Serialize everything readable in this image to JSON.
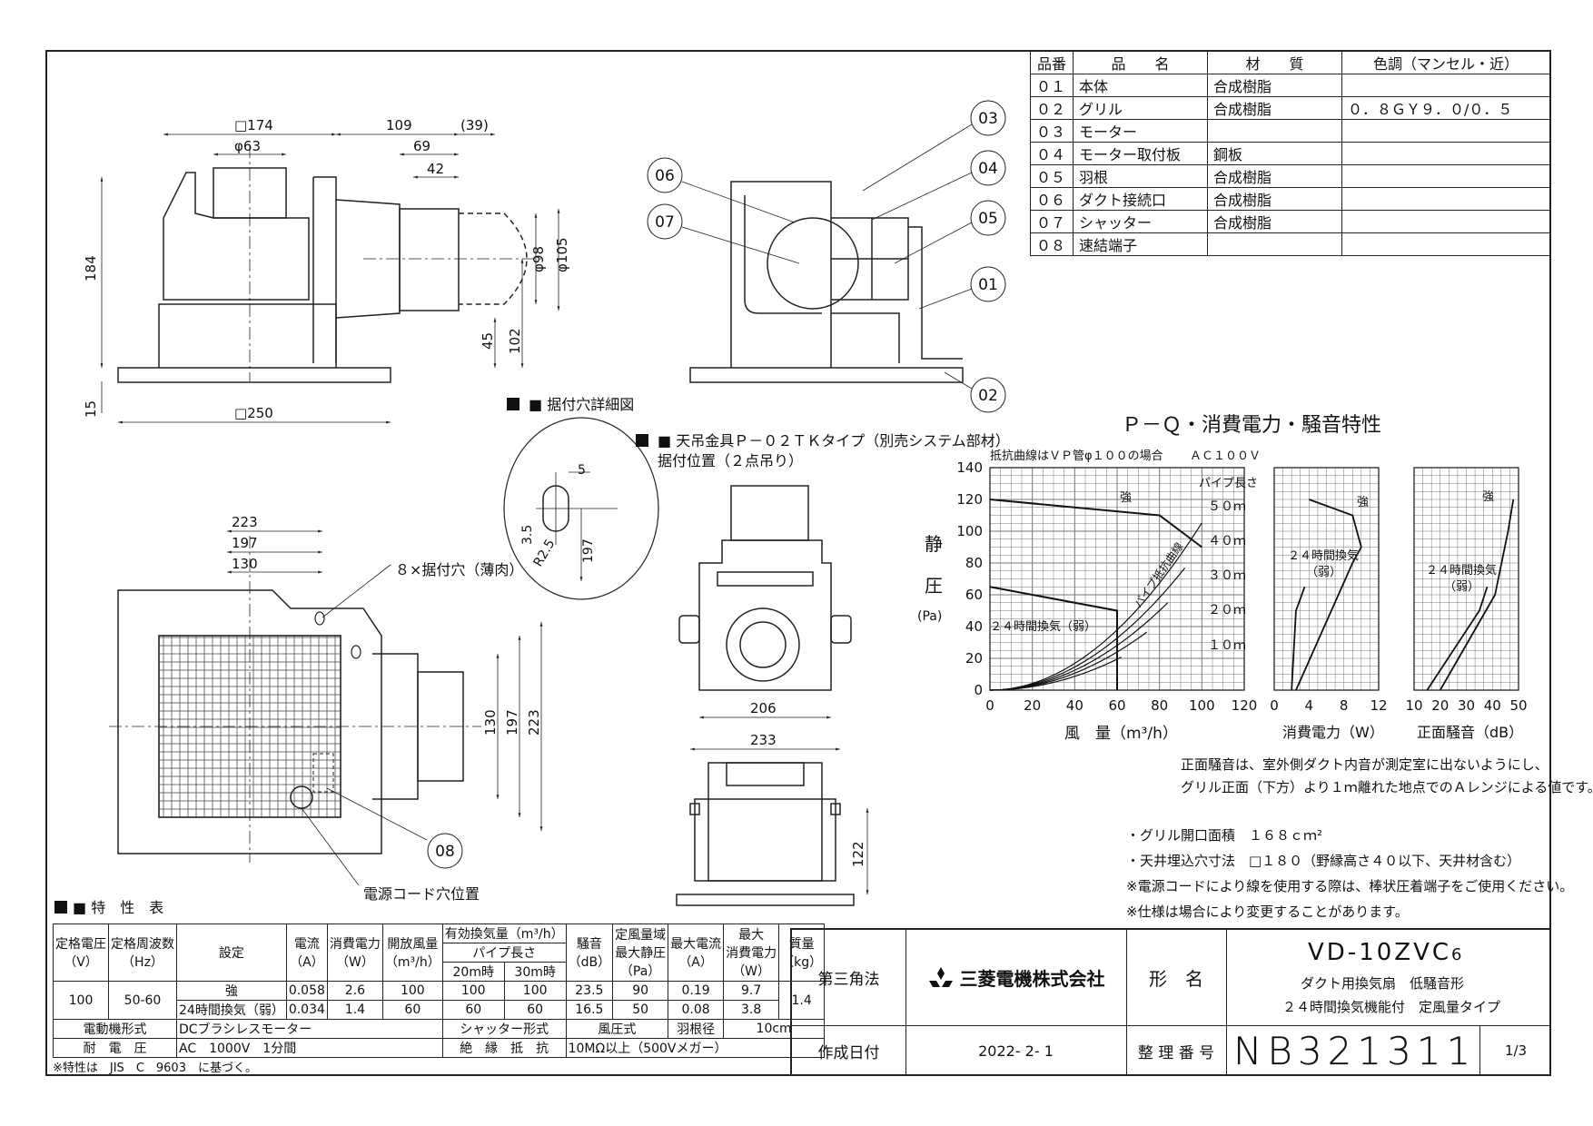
{
  "parts_table": {
    "headers": [
      "品番",
      "品　　名",
      "材　　質",
      "色調（マンセル・近）"
    ],
    "rows": [
      [
        "０１",
        "本体",
        "合成樹脂",
        ""
      ],
      [
        "０２",
        "グリル",
        "合成樹脂",
        "０．８ＧＹ９．０/０．５"
      ],
      [
        "０３",
        "モーター",
        "",
        ""
      ],
      [
        "０４",
        "モーター取付板",
        "鋼板",
        ""
      ],
      [
        "０５",
        "羽根",
        "合成樹脂",
        ""
      ],
      [
        "０６",
        "ダクト接続口",
        "合成樹脂",
        ""
      ],
      [
        "０７",
        "シャッター",
        "合成樹脂",
        ""
      ],
      [
        "０８",
        "速結端子",
        "",
        ""
      ]
    ]
  },
  "front_view": {
    "dims": [
      "□174",
      "109",
      "(39)",
      "φ63",
      "69",
      "42",
      "φ98",
      "φ105",
      "184",
      "45",
      "102",
      "15",
      "□250"
    ]
  },
  "section_view": {
    "callouts": [
      "03",
      "04",
      "05",
      "01",
      "02",
      "06",
      "07"
    ]
  },
  "mount_detail": {
    "title": "■ 据付穴詳細図",
    "dims": [
      "5",
      "3.5",
      "R2.5",
      "197"
    ]
  },
  "hanger": {
    "title": "■ 天吊金具Ｐ－０２ＴＫタイプ（別売システム部材）",
    "subtitle": "据付位置（２点吊り）",
    "dims": [
      "206",
      "233",
      "122"
    ]
  },
  "bottom_view": {
    "dims": [
      "223",
      "197",
      "130",
      "130",
      "197",
      "223"
    ],
    "labels": {
      "holes": "８×据付穴（薄肉）",
      "callout": "08",
      "cord": "電源コード穴位置"
    }
  },
  "pq": {
    "title": "Ｐ－Ｑ・消費電力・騒音特性",
    "note_left": "抵抗曲線はＶＰ管φ１００の場合",
    "note_right": "ＡＣ１００Ｖ",
    "ylabel_chars": [
      "静",
      "圧"
    ],
    "yunit": "(Pa)",
    "xlabel": "風　量（m³/h）",
    "yticks": [
      "140",
      "120",
      "100",
      "80",
      "60",
      "40",
      "20",
      "0"
    ],
    "xticks": [
      "0",
      "20",
      "40",
      "60",
      "80",
      "100",
      "120"
    ],
    "pipe_title": "パイプ長さ",
    "pipe_labels": [
      "５０ｍ",
      "４０ｍ",
      "３０ｍ",
      "２０ｍ",
      "１０ｍ"
    ],
    "curve_labels": {
      "strong": "強",
      "weak": "２４時間換気（弱）",
      "resist": "パイプ抵抗曲線"
    },
    "power": {
      "xlabel": "消費電力（W）",
      "xticks": [
        "0",
        "4",
        "8",
        "12"
      ],
      "strong": "強",
      "weak_1": "２４時間換気",
      "weak_2": "（弱）"
    },
    "noise": {
      "xlabel": "正面騒音（dB）",
      "xticks": [
        "10",
        "20",
        "30",
        "40",
        "50"
      ],
      "strong": "強",
      "weak_1": "２４時間換気",
      "weak_2": "（弱）"
    }
  },
  "chart_data": {
    "type": "line",
    "title": "Ｐ－Ｑ・消費電力・騒音特性",
    "xlabel": "風　量（m³/h）",
    "ylabel": "静圧（Pa）",
    "xlim": [
      0,
      120
    ],
    "ylim": [
      0,
      140
    ],
    "series": [
      {
        "name": "強",
        "x": [
          0,
          80,
          100
        ],
        "y": [
          120,
          110,
          90
        ]
      },
      {
        "name": "２４時間換気（弱）",
        "x": [
          0,
          60,
          60
        ],
        "y": [
          65,
          50,
          0
        ]
      }
    ]
  },
  "notes": {
    "noise_1": "正面騒音は、室外側ダクト内音が測定室に出ないようにし、",
    "noise_2": "グリル正面（下方）より１ｍ離れた地点でのＡレンジによる値です。",
    "grille": "・グリル開口面積　１６８ｃｍ²",
    "ceiling": "・天井埋込穴寸法　□１８０（野縁高さ４０以下、天井材含む）",
    "cord": "※電源コードにより線を使用する際は、棒状圧着端子をご使用ください。",
    "spec": "※仕様は場合により変更することがあります。"
  },
  "spec": {
    "title": "■ 特　性　表",
    "h_voltage": "定格電圧",
    "h_v_unit": "（V）",
    "h_freq": "定格周波数",
    "h_f_unit": "（Hz）",
    "h_setting": "設定",
    "h_current": "電流",
    "h_c_unit": "（A）",
    "h_power": "消費電力",
    "h_p_unit": "（W）",
    "h_open": "開放風量",
    "h_o_unit": "（m³/h）",
    "h_eff": "有効換気量（m³/h）",
    "h_pipe": "パイプ長さ",
    "h_20": "20m時",
    "h_30": "30m時",
    "h_noise": "騒音",
    "h_n_unit": "（dB）",
    "h_sp1": "定風量域",
    "h_sp2": "最大静圧",
    "h_sp_unit": "（Pa）",
    "h_maxc": "最大電流",
    "h_mc_unit": "（A）",
    "h_maxp1": "最大",
    "h_maxp2": "消費電力",
    "h_mp_unit": "（W）",
    "h_mass": "質量",
    "h_m_unit": "（kg）",
    "voltage": "100",
    "freq": "50-60",
    "mass": "1.4",
    "rows": [
      [
        "強",
        "0.058",
        "2.6",
        "100",
        "100",
        "100",
        "23.5",
        "90",
        "0.19",
        "9.7"
      ],
      [
        "24時間換気（弱）",
        "0.034",
        "1.4",
        "60",
        "60",
        "60",
        "16.5",
        "50",
        "0.08",
        "3.8"
      ]
    ],
    "motor_label": "電動機形式",
    "motor": "DCブラシレスモーター",
    "shutter_label": "シャッター形式",
    "shutter": "風圧式",
    "blade_label": "羽根径",
    "blade": "10cm",
    "withstand_label": "耐　電　圧",
    "withstand": "AC　1000V　1分間",
    "insul_label": "絶　縁　抵　抗",
    "insul": "10MΩ以上（500Vメガー）",
    "footnote": "※特性は　JIS　C　9603　に基づく。"
  },
  "title_block": {
    "projection": "第三角法",
    "company": "三菱電機株式会社",
    "model_label": "形　名",
    "model": "VD-10ZVC",
    "model_suffix": "6",
    "desc_1": "ダクト用換気扇　低騒音形",
    "desc_2": "２４時間換気機能付　定風量タイプ",
    "date_label": "作成日付",
    "date": "2022- 2- 1",
    "number_label": "整 理 番 号",
    "number": "NB321311",
    "page": "1/3"
  }
}
